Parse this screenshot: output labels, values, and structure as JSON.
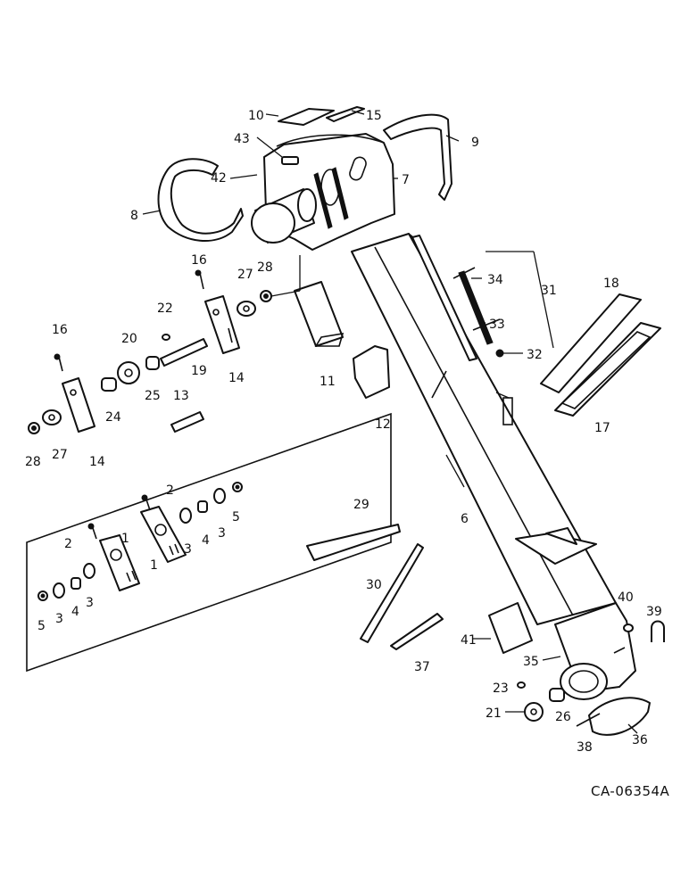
{
  "drawing_code": "CA-06354A",
  "callouts": {
    "c1a": "1",
    "c1b": "1",
    "c2a": "2",
    "c2b": "2",
    "c3a": "3",
    "c3b": "3",
    "c3c": "3",
    "c3d": "3",
    "c4a": "4",
    "c4b": "4",
    "c5a": "5",
    "c5b": "5",
    "c6": "6",
    "c7": "7",
    "c8": "8",
    "c9": "9",
    "c10": "10",
    "c11": "11",
    "c12": "12",
    "c13": "13",
    "c14a": "14",
    "c14b": "14",
    "c15": "15",
    "c16a": "16",
    "c16b": "16",
    "c17": "17",
    "c18": "18",
    "c19": "19",
    "c20": "20",
    "c21": "21",
    "c22": "22",
    "c23": "23",
    "c24": "24",
    "c25": "25",
    "c26": "26",
    "c27a": "27",
    "c27b": "27",
    "c28a": "28",
    "c28b": "28",
    "c29": "29",
    "c30": "30",
    "c31": "31",
    "c32": "32",
    "c33": "33",
    "c34": "34",
    "c35": "35",
    "c36": "36",
    "c37": "37",
    "c38": "38",
    "c39": "39",
    "c40": "40",
    "c41": "41",
    "c42": "42",
    "c43": "43"
  }
}
